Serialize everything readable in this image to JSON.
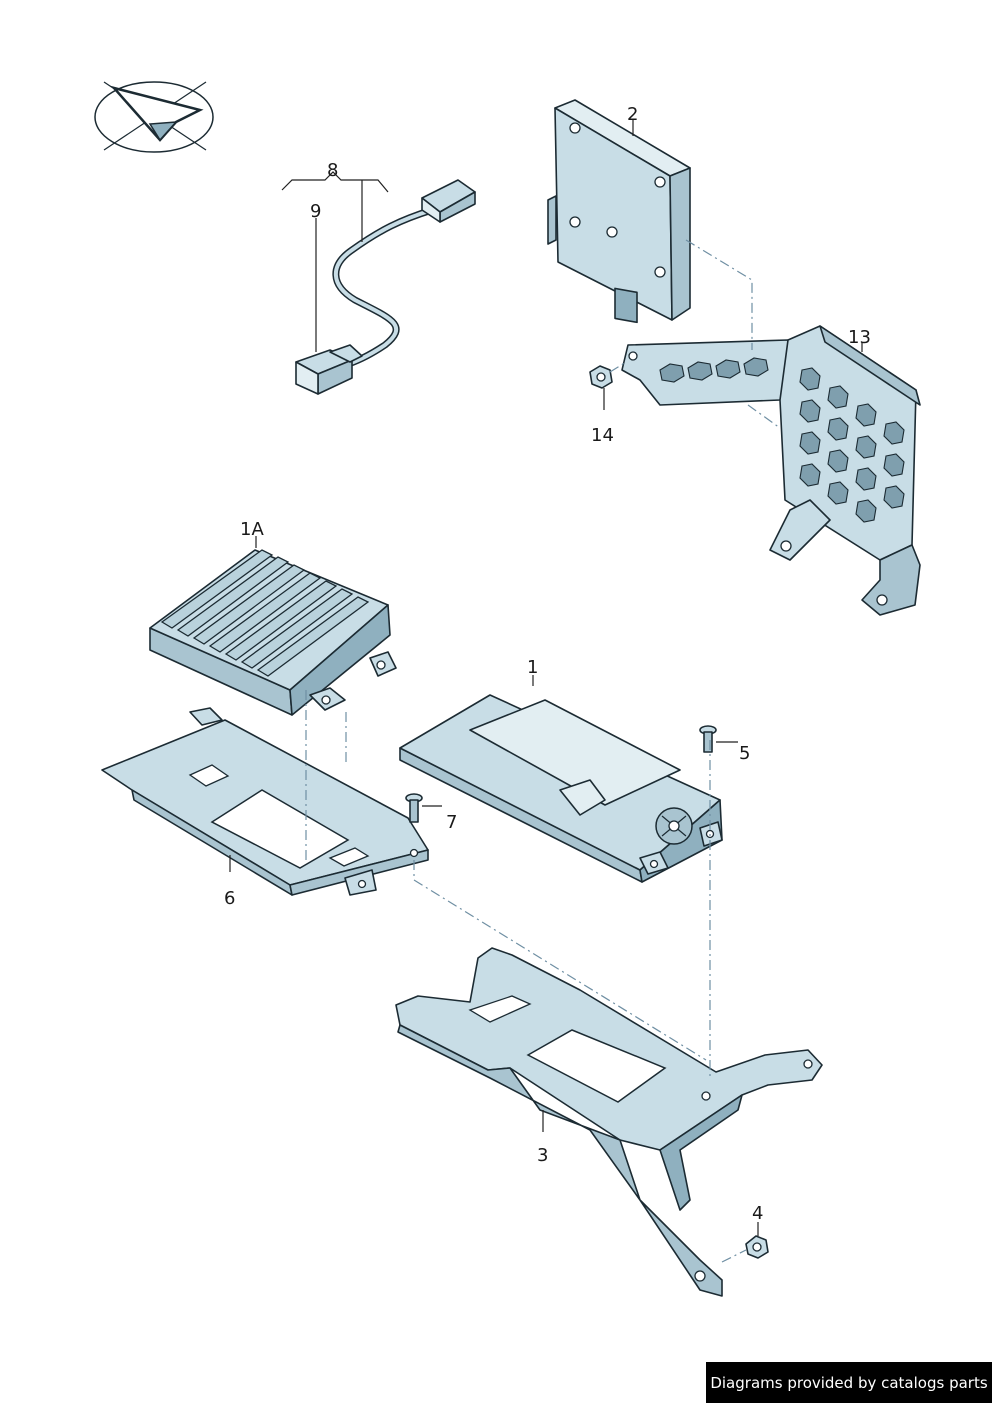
{
  "callouts": {
    "c1": "1",
    "c1a": "1A",
    "c2": "2",
    "c3": "3",
    "c4": "4",
    "c5": "5",
    "c6": "6",
    "c7": "7",
    "c8": "8",
    "c9": "9",
    "c13": "13",
    "c14": "14"
  },
  "credit": "Diagrams provided by catalogs parts",
  "colors": {
    "part_fill": "#c8dde6",
    "outline": "#1c2b33",
    "dash_line": "#6f8fa3"
  }
}
